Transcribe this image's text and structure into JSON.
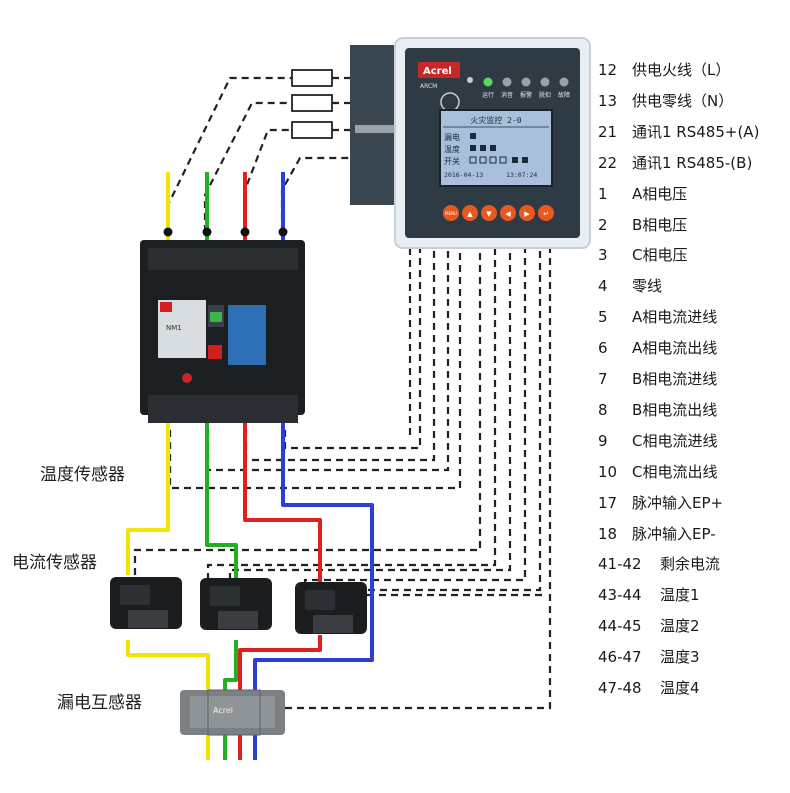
{
  "sensor_labels": {
    "temperature": "温度传感器",
    "current": "电流传感器",
    "leakage": "漏电互感器"
  },
  "device": {
    "brand": "Acrel",
    "model": "ARCM",
    "indicators": [
      "运行",
      "消音",
      "报警",
      "脱扣",
      "故障"
    ],
    "lcd": {
      "title": "火灾监控 2-0",
      "row1": "漏电",
      "row2": "温度",
      "row3": "开关",
      "date": "2016-04-13",
      "time": "13:07:24"
    },
    "buttons": [
      "MENU",
      "▲",
      "▼",
      "◀",
      "▶",
      "↵"
    ]
  },
  "breaker": {
    "label": "NM1"
  },
  "terminals": [
    {
      "num": "12",
      "desc": "供电火线（L）"
    },
    {
      "num": "13",
      "desc": "供电零线（N）"
    },
    {
      "num": "21",
      "desc": "通讯1 RS485+(A)"
    },
    {
      "num": "22",
      "desc": "通讯1 RS485-(B)"
    },
    {
      "num": "1",
      "desc": "A相电压"
    },
    {
      "num": "2",
      "desc": "B相电压"
    },
    {
      "num": "3",
      "desc": "C相电压"
    },
    {
      "num": "4",
      "desc": "零线"
    },
    {
      "num": "5",
      "desc": "A相电流进线"
    },
    {
      "num": "6",
      "desc": "A相电流出线"
    },
    {
      "num": "7",
      "desc": "B相电流进线"
    },
    {
      "num": "8",
      "desc": "B相电流出线"
    },
    {
      "num": "9",
      "desc": "C相电流进线"
    },
    {
      "num": "10",
      "desc": "C相电流出线"
    },
    {
      "num": "17",
      "desc": "脉冲输入EP+"
    },
    {
      "num": "18",
      "desc": "脉冲输入EP-"
    },
    {
      "num": "41-42",
      "desc": "剩余电流"
    },
    {
      "num": "43-44",
      "desc": "温度1"
    },
    {
      "num": "44-45",
      "desc": "温度2"
    },
    {
      "num": "46-47",
      "desc": "温度3"
    },
    {
      "num": "47-48",
      "desc": "温度4"
    }
  ],
  "colors": {
    "phase_a": "#f2e600",
    "phase_b": "#22b022",
    "phase_c": "#e02020",
    "neutral": "#2a3fd6",
    "dashed": "#222222",
    "device_panel": "#2e3b44",
    "lcd": "#9fb7d6",
    "button": "#e8581f"
  }
}
